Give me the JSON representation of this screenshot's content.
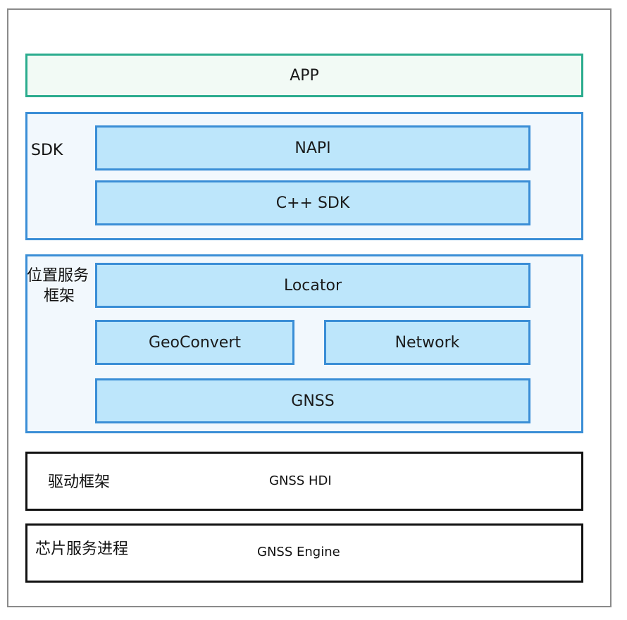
{
  "app": {
    "label": "APP"
  },
  "sdk": {
    "label": "SDK",
    "modules": [
      "NAPI",
      "C++ SDK"
    ]
  },
  "framework": {
    "label_line1": "位置服务",
    "label_line2": "框架",
    "modules": [
      "Locator",
      "GeoConvert",
      "Network",
      "GNSS"
    ]
  },
  "driver": {
    "label": "驱动框架",
    "content": "GNSS HDI"
  },
  "chip": {
    "label": "芯片服务进程",
    "content": "GNSS Engine"
  },
  "colors": {
    "app_border": "#2bac8e",
    "blue_border": "#3a8ed6",
    "module_fill": "#bde6fb",
    "black_border": "#111111"
  }
}
